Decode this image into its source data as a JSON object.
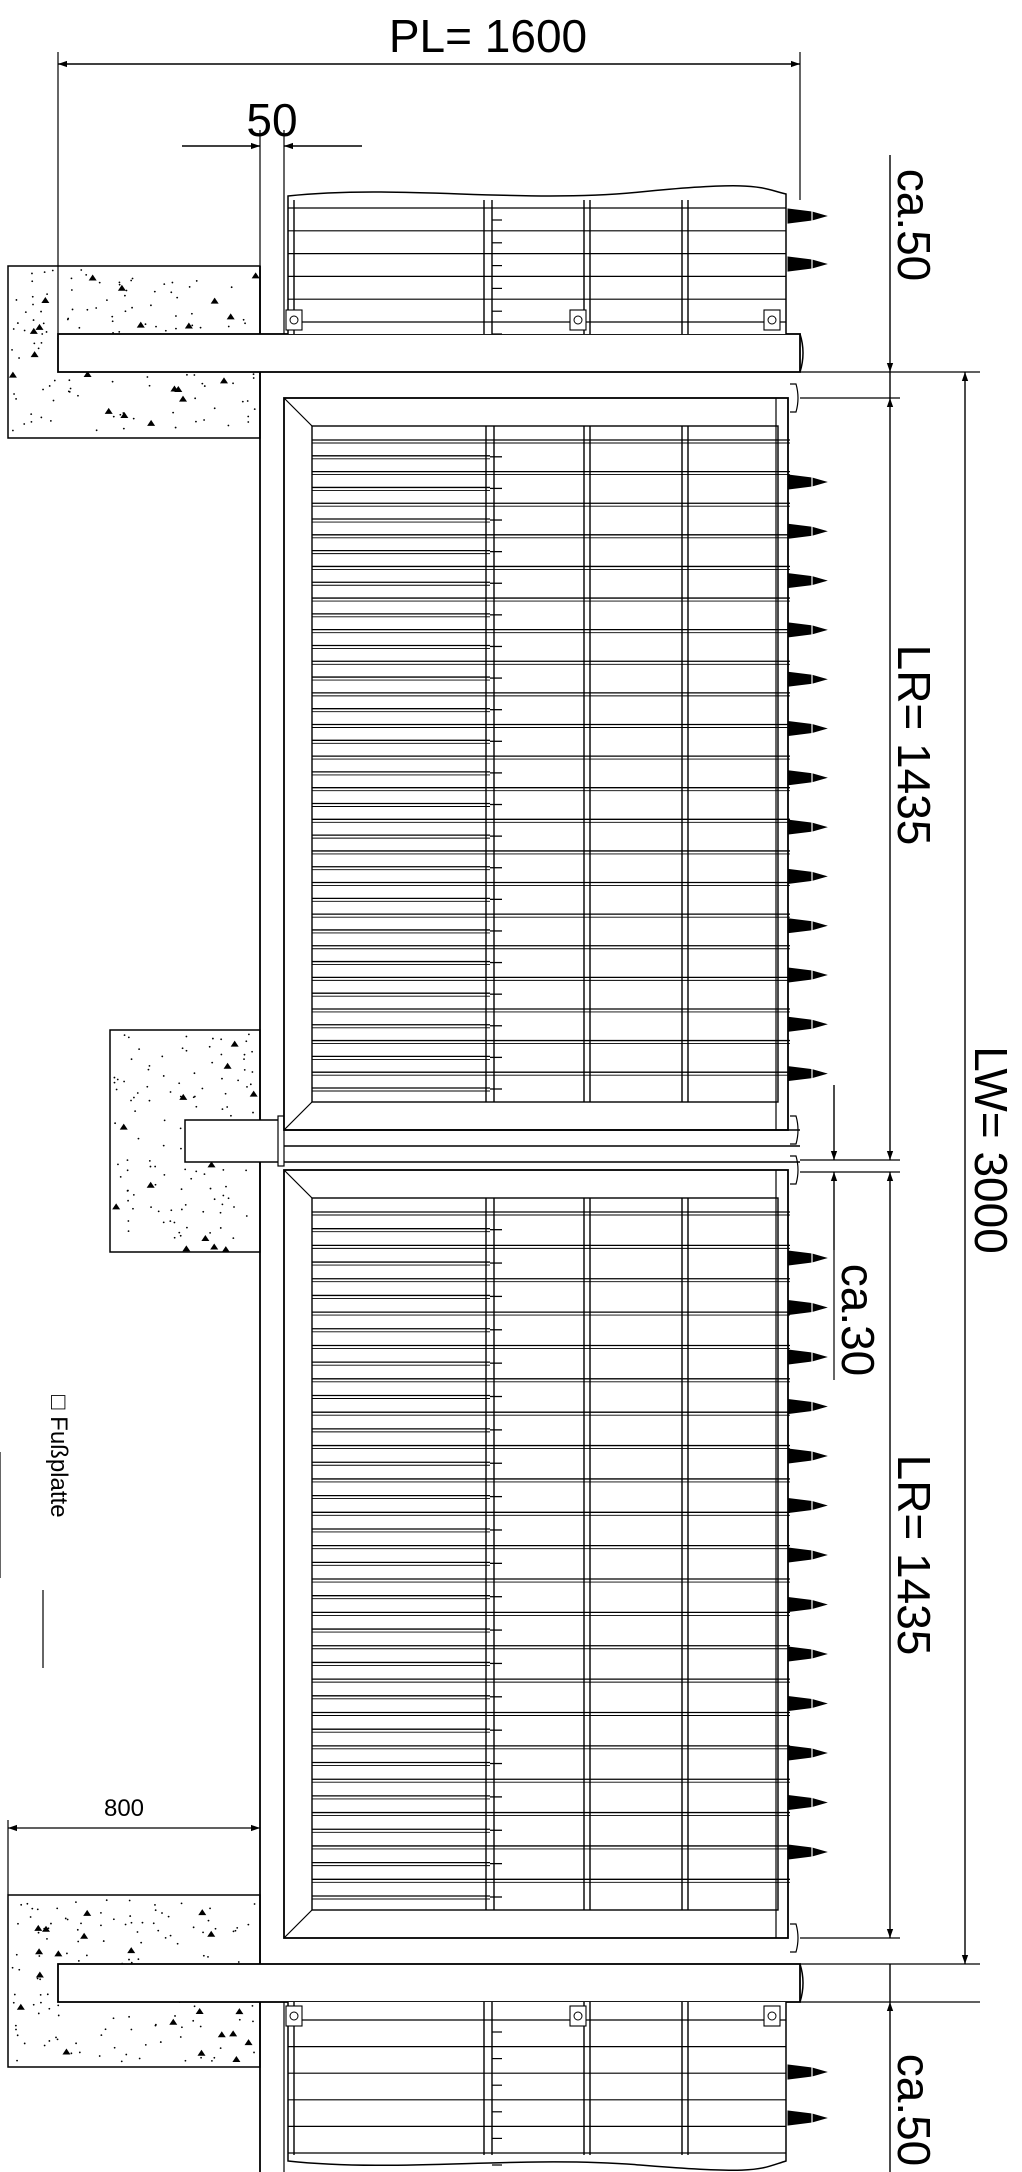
{
  "dimensions": {
    "pl": "PL= 1600",
    "post": "50",
    "ca50_top": "ca.50",
    "lr_upper": "LR= 1435",
    "lw": "LW= 3000",
    "ca30": "ca.30",
    "lr_lower": "LR= 1435",
    "foundation": "800",
    "ca50_bottom": "ca.50"
  },
  "labels": {
    "foot_plate": "□ Fußplatte"
  },
  "colors": {
    "line": "#000000",
    "background": "#ffffff",
    "concrete_dots": "#000000"
  }
}
